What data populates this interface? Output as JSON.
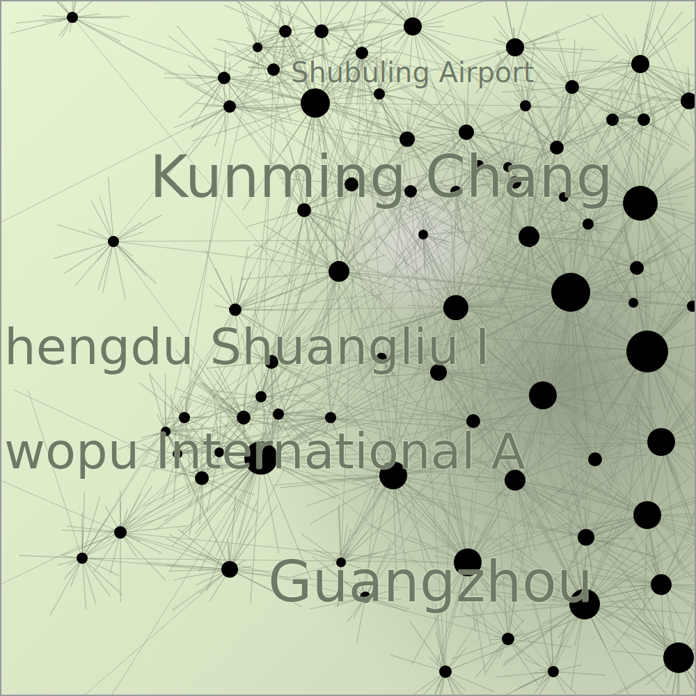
{
  "diagram": {
    "labels": [
      "Shubuling Airport",
      "Kunming Chang",
      "hengdu Shuangliu I",
      "wopu International A",
      "Guangzhou"
    ]
  }
}
